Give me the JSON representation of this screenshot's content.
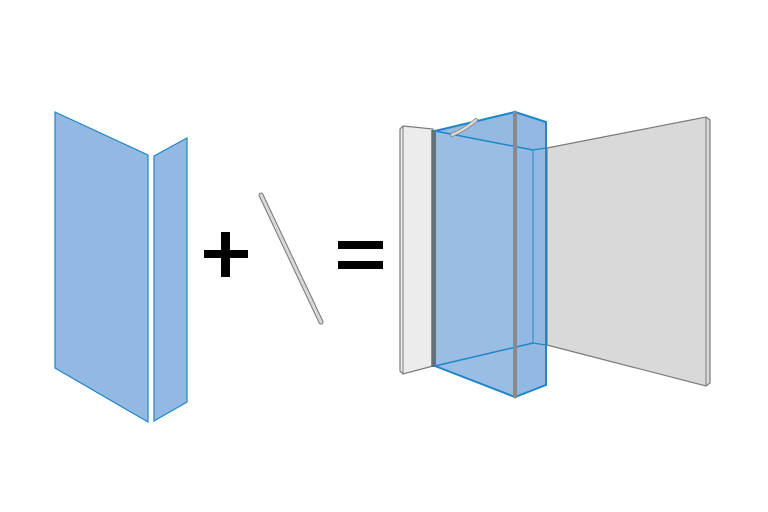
{
  "diagram": {
    "description_items": [
      "glass-panel-pair",
      "plus-sign",
      "support-rod",
      "equals-sign",
      "assembled-shower-enclosure"
    ],
    "colors": {
      "glass_fill": "#93b9e2",
      "glass_stroke": "#1f86c8",
      "wall_fill": "#d9d9d9",
      "wall_light_fill": "#ececec",
      "wall_stroke": "#7a7a7a",
      "post": "#8a8a8a",
      "symbol": "#000000"
    }
  }
}
